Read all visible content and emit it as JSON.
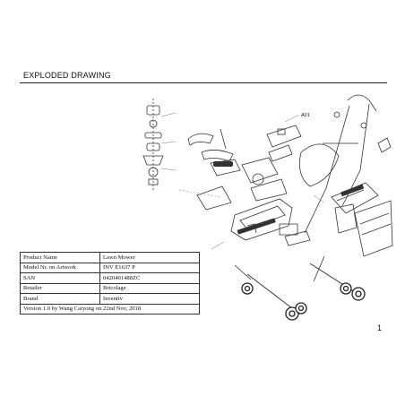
{
  "header": {
    "title": "EXPLODED DRAWING"
  },
  "drawing": {
    "assembly_label": "A01"
  },
  "info_table": {
    "rows": [
      {
        "key": "Product Name",
        "value": "Lawn Mower"
      },
      {
        "key": "Model Nr. on Artwork",
        "value": "INV E1637 P"
      },
      {
        "key": "SAN",
        "value": "0420401488ZC"
      },
      {
        "key": "Retailer",
        "value": "Bricolage"
      },
      {
        "key": "Brand",
        "value": "Inventiv"
      }
    ],
    "version": "Version 1.0 by Wang Caiyong on 22nd Nov, 2018"
  },
  "page": {
    "number": "1"
  }
}
